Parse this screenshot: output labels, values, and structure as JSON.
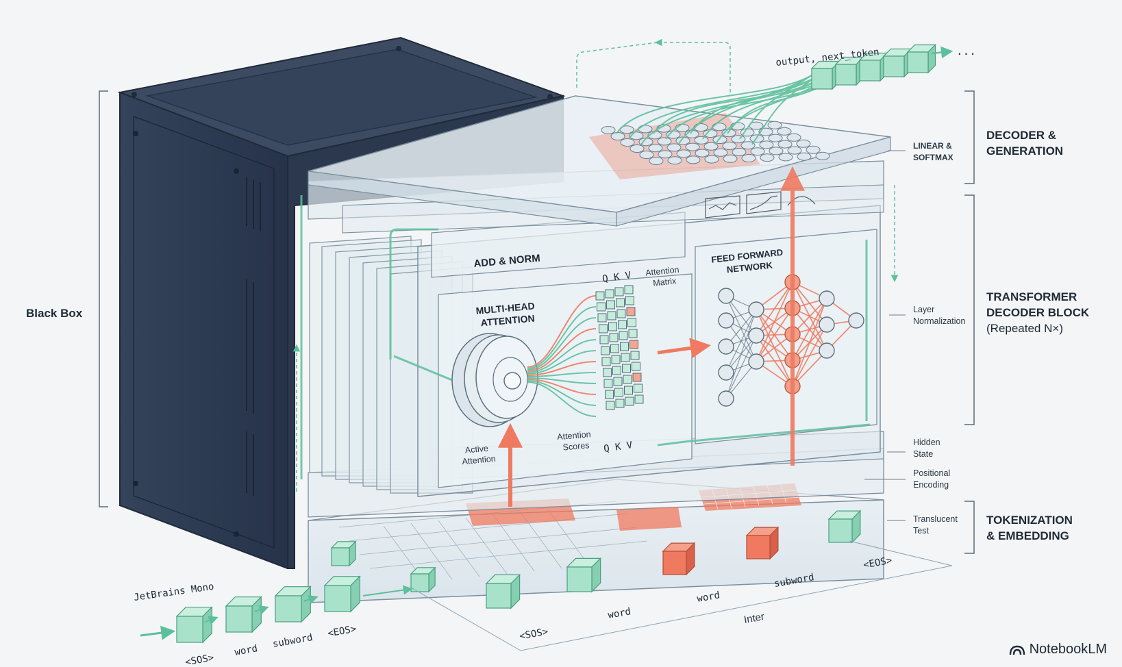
{
  "labels": {
    "black_box": "Black Box",
    "decoder_generation": "DECODER &\nGENERATION",
    "transformer_block_line1": "TRANSFORMER",
    "transformer_block_line2": "DECODER BLOCK",
    "transformer_block_line3": "(Repeated N×)",
    "tokenization": "TOKENIZATION\n& EMBEDDING",
    "linear_softmax": "LINEAR &\nSOFTMAX",
    "layer_normalization": "Layer\nNormalization",
    "hidden_state": "Hidden\nState",
    "positional_encoding": "Positional\nEncoding",
    "translucent_test": "Translucent\nTest",
    "add_norm": "ADD & NORM",
    "multi_head_attention": "MULTI-HEAD\nATTENTION",
    "feed_forward": "FEED FORWARD\nNETWORK",
    "attention_matrix": "Attention\nMatrix",
    "active_attention": "Active\nAttention",
    "attention_scores": "Attention\nScores",
    "qkv_top": "Q K V",
    "qkv_bottom": "Q  K V",
    "output_next_token": "output, next_token",
    "ellipsis": "...",
    "jetbrains_mono": "JetBrains Mono",
    "inter": "Inter"
  },
  "input_tokens": [
    "<SOS>",
    "word",
    "subword",
    "<EOS>"
  ],
  "floor_tokens": [
    "<SOS>",
    "word",
    "word",
    "subword",
    "<EOS>"
  ],
  "brand": {
    "name": "NotebookLM"
  },
  "colors": {
    "teal": "#5dbf9c",
    "teal_fill": "#a9e2cb",
    "coral": "#ef7a5f",
    "navy": "#2d3b50",
    "navy_dark": "#1f2a3a",
    "glass": "#dfe9ef",
    "line": "#7b8f9e"
  }
}
